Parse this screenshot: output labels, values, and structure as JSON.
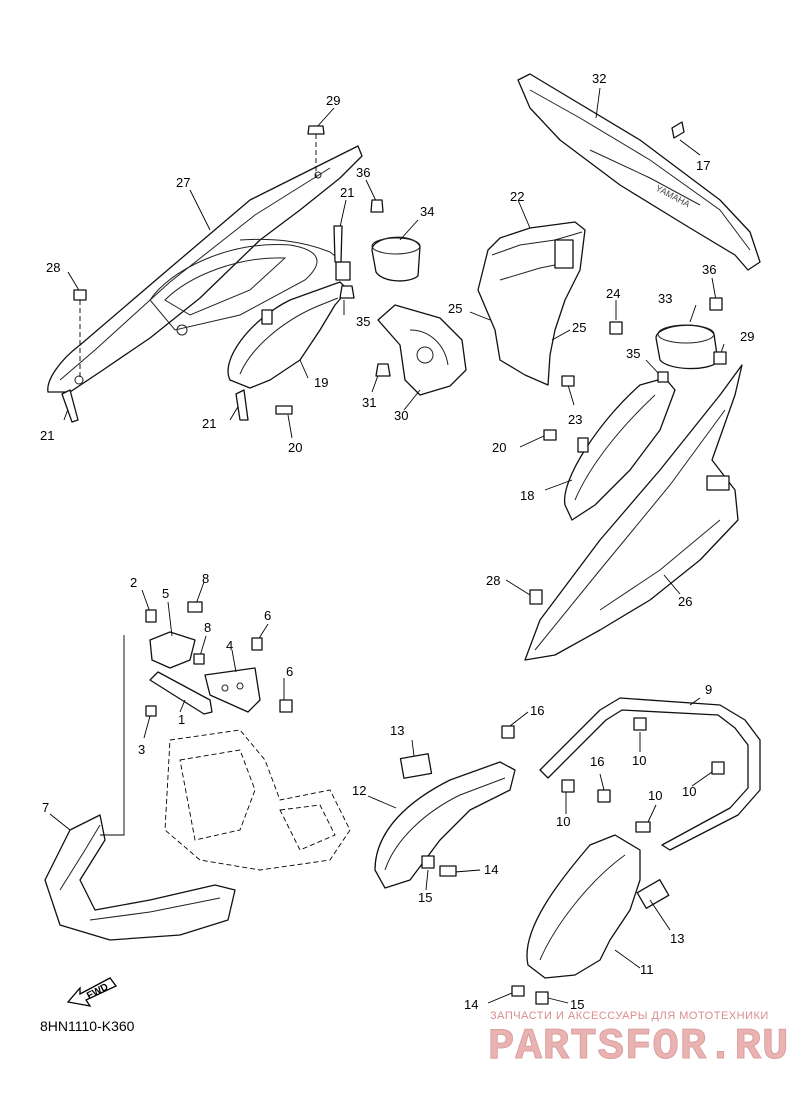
{
  "diagram_code": "8HN1110-K360",
  "fwd_label": "FWD",
  "watermark": {
    "tagline": "ЗАПЧАСТИ И АКСЕССУАРЫ ДЛЯ МОТОТЕХНИКИ",
    "brand": "PARTSFOR.RU"
  },
  "callouts": [
    {
      "id": "c29a",
      "label": "29"
    },
    {
      "id": "c27",
      "label": "27"
    },
    {
      "id": "c21a",
      "label": "21"
    },
    {
      "id": "c36a",
      "label": "36"
    },
    {
      "id": "c34",
      "label": "34"
    },
    {
      "id": "c28a",
      "label": "28"
    },
    {
      "id": "c35a",
      "label": "35"
    },
    {
      "id": "c19",
      "label": "19"
    },
    {
      "id": "c31",
      "label": "31"
    },
    {
      "id": "c30",
      "label": "30"
    },
    {
      "id": "c21b",
      "label": "21"
    },
    {
      "id": "c21c",
      "label": "21"
    },
    {
      "id": "c20a",
      "label": "20"
    },
    {
      "id": "c32",
      "label": "32"
    },
    {
      "id": "c17",
      "label": "17"
    },
    {
      "id": "c22",
      "label": "22"
    },
    {
      "id": "c25a",
      "label": "25"
    },
    {
      "id": "c25b",
      "label": "25"
    },
    {
      "id": "c24",
      "label": "24"
    },
    {
      "id": "c23",
      "label": "23"
    },
    {
      "id": "c36b",
      "label": "36"
    },
    {
      "id": "c33",
      "label": "33"
    },
    {
      "id": "c29b",
      "label": "29"
    },
    {
      "id": "c35b",
      "label": "35"
    },
    {
      "id": "c20b",
      "label": "20"
    },
    {
      "id": "c18",
      "label": "18"
    },
    {
      "id": "c28b",
      "label": "28"
    },
    {
      "id": "c26",
      "label": "26"
    },
    {
      "id": "c2",
      "label": "2"
    },
    {
      "id": "c8a",
      "label": "8"
    },
    {
      "id": "c5",
      "label": "5"
    },
    {
      "id": "c6a",
      "label": "6"
    },
    {
      "id": "c8b",
      "label": "8"
    },
    {
      "id": "c4",
      "label": "4"
    },
    {
      "id": "c6b",
      "label": "6"
    },
    {
      "id": "c1",
      "label": "1"
    },
    {
      "id": "c3",
      "label": "3"
    },
    {
      "id": "c7",
      "label": "7"
    },
    {
      "id": "c13a",
      "label": "13"
    },
    {
      "id": "c16a",
      "label": "16"
    },
    {
      "id": "c12",
      "label": "12"
    },
    {
      "id": "c14a",
      "label": "14"
    },
    {
      "id": "c15a",
      "label": "15"
    },
    {
      "id": "c9",
      "label": "9"
    },
    {
      "id": "c10a",
      "label": "10"
    },
    {
      "id": "c10b",
      "label": "10"
    },
    {
      "id": "c10c",
      "label": "10"
    },
    {
      "id": "c16b",
      "label": "16"
    },
    {
      "id": "c10d",
      "label": "10"
    },
    {
      "id": "c13b",
      "label": "13"
    },
    {
      "id": "c11",
      "label": "11"
    },
    {
      "id": "c14b",
      "label": "14"
    },
    {
      "id": "c15b",
      "label": "15"
    }
  ]
}
